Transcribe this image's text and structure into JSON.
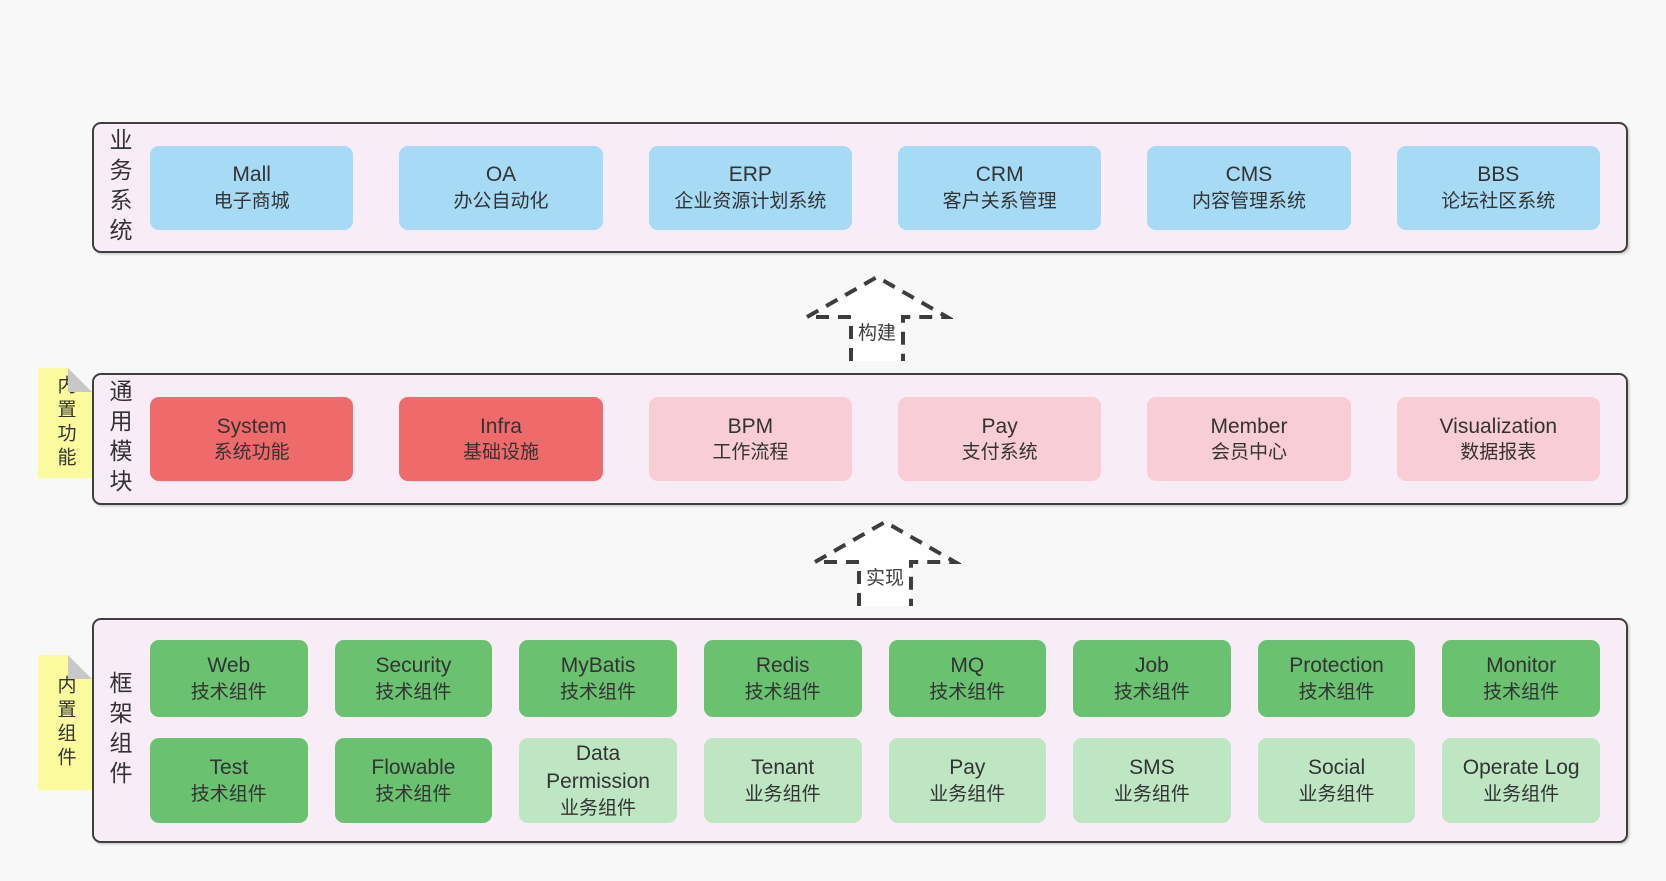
{
  "colors": {
    "page_bg": "#f8f8f8",
    "text": "#333333",
    "container_bg": "#f8edf7",
    "container_border": "#3f3f3f",
    "blue": "#a7daf4",
    "red": "#ef6a6a",
    "pink": "#f9cdd6",
    "green": "#6ac271",
    "light_green": "#bee6c3",
    "note_yellow": "#fbfa9d",
    "note_fold": "#c8c8c8",
    "arrow": "#3d3d3d"
  },
  "arrows": {
    "build_label": "构建",
    "implement_label": "实现"
  },
  "sections": {
    "business": {
      "label": "业务系统",
      "items": [
        {
          "name": "Mall",
          "desc": "电子商城",
          "variant": "blue"
        },
        {
          "name": "OA",
          "desc": "办公自动化",
          "variant": "blue"
        },
        {
          "name": "ERP",
          "desc": "企业资源计划系统",
          "variant": "blue"
        },
        {
          "name": "CRM",
          "desc": "客户关系管理",
          "variant": "blue"
        },
        {
          "name": "CMS",
          "desc": "内容管理系统",
          "variant": "blue"
        },
        {
          "name": "BBS",
          "desc": "论坛社区系统",
          "variant": "blue"
        }
      ]
    },
    "modules": {
      "label": "通用模块",
      "note": "内置功能",
      "items": [
        {
          "name": "System",
          "desc": "系统功能",
          "variant": "red"
        },
        {
          "name": "Infra",
          "desc": "基础设施",
          "variant": "red"
        },
        {
          "name": "BPM",
          "desc": "工作流程",
          "variant": "pink"
        },
        {
          "name": "Pay",
          "desc": "支付系统",
          "variant": "pink"
        },
        {
          "name": "Member",
          "desc": "会员中心",
          "variant": "pink"
        },
        {
          "name": "Visualization",
          "desc": "数据报表",
          "variant": "pink"
        }
      ]
    },
    "components": {
      "label": "框架组件",
      "note": "内置组件",
      "rows": [
        [
          {
            "name": "Web",
            "desc": "技术组件",
            "variant": "green"
          },
          {
            "name": "Security",
            "desc": "技术组件",
            "variant": "green"
          },
          {
            "name": "MyBatis",
            "desc": "技术组件",
            "variant": "green"
          },
          {
            "name": "Redis",
            "desc": "技术组件",
            "variant": "green"
          },
          {
            "name": "MQ",
            "desc": "技术组件",
            "variant": "green"
          },
          {
            "name": "Job",
            "desc": "技术组件",
            "variant": "green"
          },
          {
            "name": "Protection",
            "desc": "技术组件",
            "variant": "green"
          },
          {
            "name": "Monitor",
            "desc": "技术组件",
            "variant": "green"
          }
        ],
        [
          {
            "name": "Test",
            "desc": "技术组件",
            "variant": "green"
          },
          {
            "name": "Flowable",
            "desc": "技术组件",
            "variant": "green"
          },
          {
            "name": "Data Permission",
            "desc": "业务组件",
            "variant": "light_green"
          },
          {
            "name": "Tenant",
            "desc": "业务组件",
            "variant": "light_green"
          },
          {
            "name": "Pay",
            "desc": "业务组件",
            "variant": "light_green"
          },
          {
            "name": "SMS",
            "desc": "业务组件",
            "variant": "light_green"
          },
          {
            "name": "Social",
            "desc": "业务组件",
            "variant": "light_green"
          },
          {
            "name": "Operate Log",
            "desc": "业务组件",
            "variant": "light_green"
          }
        ]
      ]
    }
  }
}
